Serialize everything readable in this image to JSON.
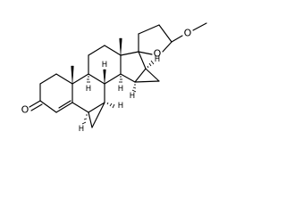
{
  "diagram": {
    "atoms": {
      "ketone_oxygen": "O",
      "ring_oxygen": "O",
      "methoxy_oxygen": "O"
    },
    "hydrogens": {
      "h_8": "H",
      "h_9": "H",
      "h_14": "H",
      "h_6": "H",
      "h_15": "H",
      "h_16": "H"
    }
  }
}
